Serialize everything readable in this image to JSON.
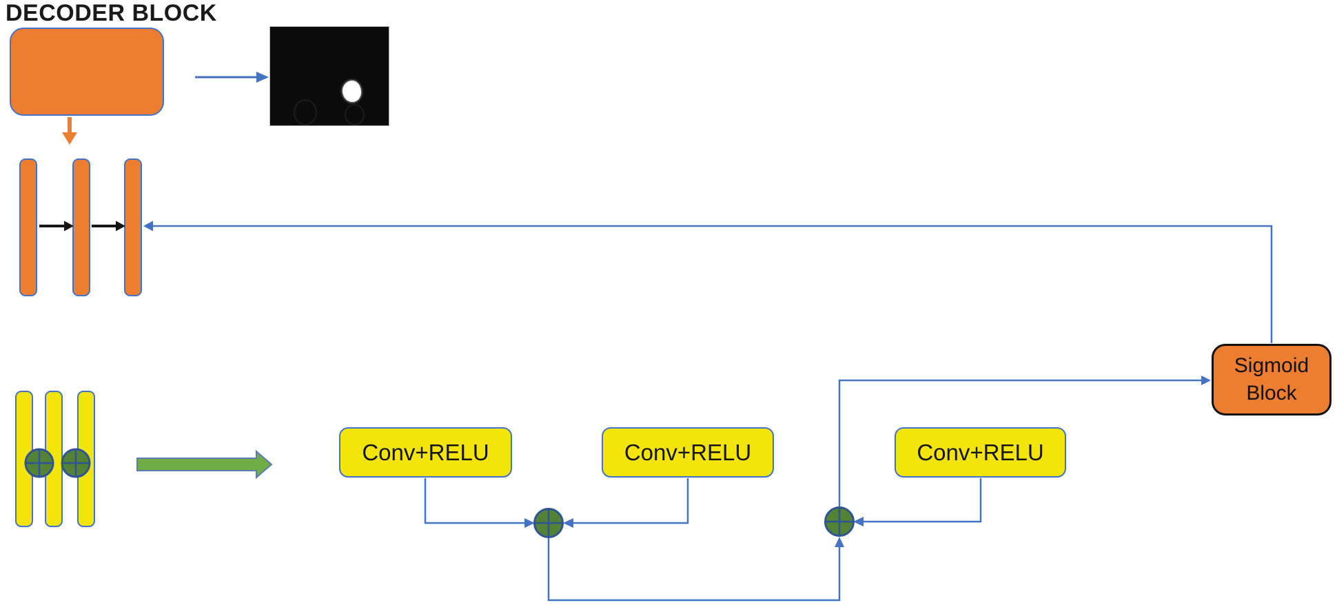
{
  "title": "DECODER BLOCK",
  "blocks": {
    "decoder_feature_block": {
      "type": "feature-block",
      "label": ""
    },
    "mask_preview": {
      "type": "segmentation-mask-image"
    },
    "conv_relu_1": {
      "label": "Conv+RELU"
    },
    "conv_relu_2": {
      "label": "Conv+RELU"
    },
    "conv_relu_3": {
      "label": "Conv+RELU"
    },
    "sigmoid": {
      "label": "Sigmoid Block",
      "line1": "Sigmoid",
      "line2": "Block"
    }
  },
  "icons": {
    "add_operator_symbol": "⊕",
    "block_arrow": "right-block-arrow"
  },
  "colors": {
    "orange": "#ED7D31",
    "yellow": "#F3E50B",
    "blue_outline": "#4472C4",
    "connector_blue": "#4472C4",
    "operator_green": "#538135",
    "operator_outline": "#2F5496",
    "arrow_green": "#70AD47",
    "arrow_green_outline": "#5C7BB2",
    "ink_black": "#161616",
    "mask_black": "#0B0B0B"
  }
}
